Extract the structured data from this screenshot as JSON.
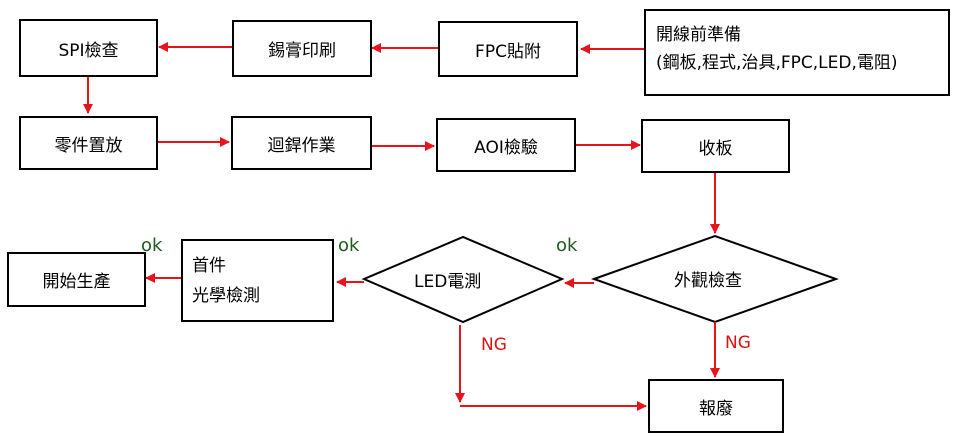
{
  "steps": {
    "prep_line1": "開線前準備",
    "prep_line2": "(鋼板,程式,治具,FPC,LED,電阻)",
    "fpc_attach": "FPC貼附",
    "solder_print": "錫膏印刷",
    "spi": "SPI檢查",
    "placement": "零件置放",
    "reflow": "迴銲作業",
    "aoi": "AOI檢驗",
    "collect": "收板",
    "visual_check": "外觀檢查",
    "led_test": "LED電測",
    "first_article_line1": "首件",
    "first_article_line2": "光學檢測",
    "start_production": "開始生產",
    "scrap": "報廢"
  },
  "labels": {
    "ok_visual": "ok",
    "ok_led": "ok",
    "ok_first": "ok",
    "ng_led": "NG",
    "ng_visual": "NG"
  },
  "colors": {
    "arrow": "#e8141c",
    "ok_text": "#1c5c1c",
    "ng_text": "#dd1111",
    "border": "#000000"
  }
}
